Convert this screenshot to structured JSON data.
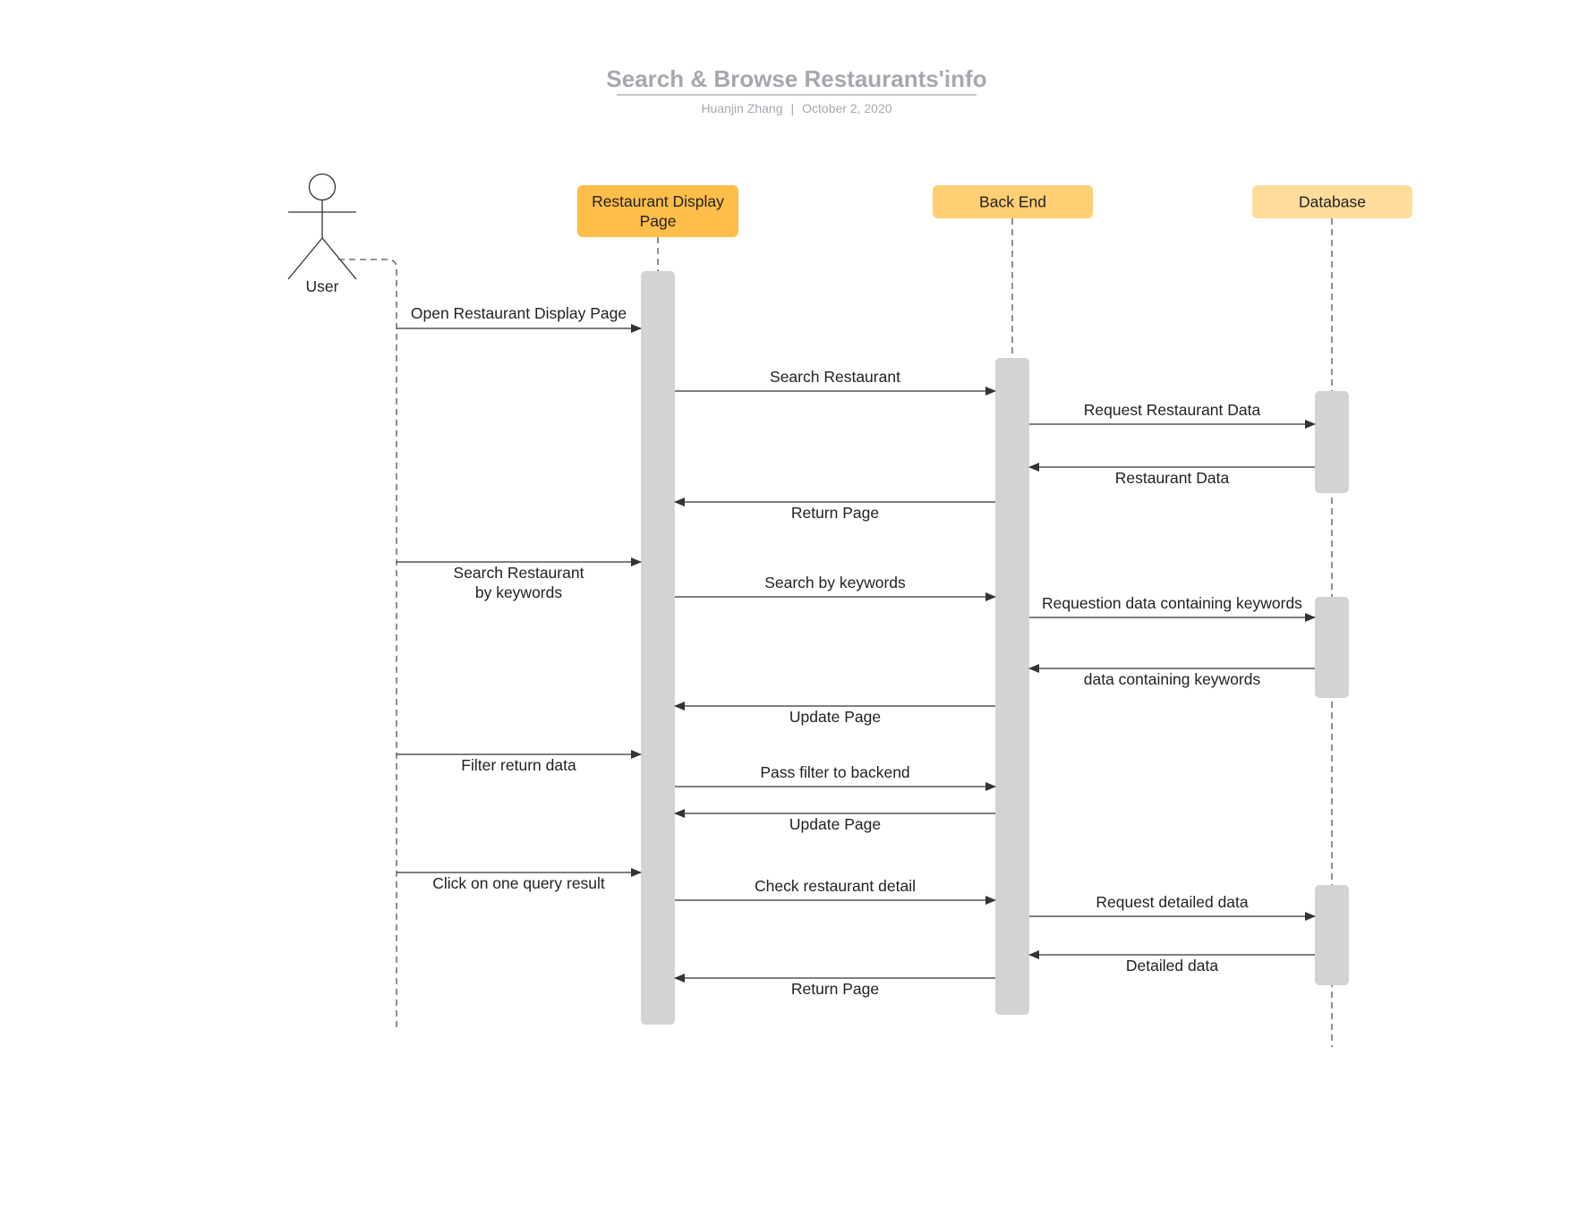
{
  "header": {
    "title": "Search & Browse Restaurants'info",
    "author": "Huanjin Zhang",
    "separator": "|",
    "date": "October 2, 2020"
  },
  "actor": {
    "label": "User"
  },
  "participants": [
    {
      "id": "page",
      "lines": [
        "Restaurant Display",
        "Page"
      ],
      "color": "#ffbd4a"
    },
    {
      "id": "backend",
      "lines": [
        "Back End"
      ],
      "color": "#ffcf73"
    },
    {
      "id": "db",
      "lines": [
        "Database"
      ],
      "color": "#ffdc9a"
    }
  ],
  "messages": [
    {
      "from": "user",
      "to": "page",
      "label": [
        "Open Restaurant Display Page"
      ]
    },
    {
      "from": "page",
      "to": "backend",
      "label": [
        "Search Restaurant"
      ]
    },
    {
      "from": "backend",
      "to": "db",
      "label": [
        "Request Restaurant Data"
      ]
    },
    {
      "from": "db",
      "to": "backend",
      "label": [
        "Restaurant Data"
      ]
    },
    {
      "from": "backend",
      "to": "page",
      "label": [
        "Return Page"
      ]
    },
    {
      "from": "user",
      "to": "page",
      "label": [
        "Search Restaurant",
        "by keywords"
      ]
    },
    {
      "from": "page",
      "to": "backend",
      "label": [
        "Search by keywords"
      ]
    },
    {
      "from": "backend",
      "to": "db",
      "label": [
        "Requestion data containing keywords"
      ]
    },
    {
      "from": "db",
      "to": "backend",
      "label": [
        "data containing keywords"
      ]
    },
    {
      "from": "backend",
      "to": "page",
      "label": [
        "Update Page"
      ]
    },
    {
      "from": "user",
      "to": "page",
      "label": [
        "Filter return data"
      ]
    },
    {
      "from": "page",
      "to": "backend",
      "label": [
        "Pass filter to backend"
      ]
    },
    {
      "from": "backend",
      "to": "page",
      "label": [
        "Update Page"
      ]
    },
    {
      "from": "user",
      "to": "page",
      "label": [
        "Click on one query result"
      ]
    },
    {
      "from": "page",
      "to": "backend",
      "label": [
        "Check restaurant detail"
      ]
    },
    {
      "from": "backend",
      "to": "db",
      "label": [
        "Request detailed data"
      ]
    },
    {
      "from": "db",
      "to": "backend",
      "label": [
        "Detailed data"
      ]
    },
    {
      "from": "backend",
      "to": "page",
      "label": [
        "Return Page"
      ]
    }
  ],
  "colors": {
    "activation": "#d1d3d4",
    "line": "#333333",
    "title": "#a5a8ae"
  }
}
